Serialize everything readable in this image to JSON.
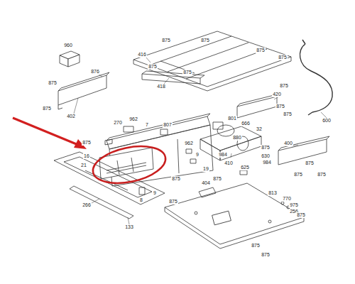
{
  "diagram": {
    "labels": [
      "960",
      "876",
      "875",
      "875",
      "402",
      "875",
      "875",
      "416",
      "875",
      "875",
      "875",
      "875",
      "418",
      "875",
      "420",
      "875",
      "875",
      "600",
      "962",
      "270",
      "807",
      "7",
      "875",
      "801",
      "666",
      "32",
      "880",
      "875",
      "630",
      "984",
      "984",
      "410",
      "962",
      "9",
      "19",
      "16",
      "21",
      "875",
      "400",
      "875",
      "875",
      "875",
      "625",
      "8",
      "9",
      "266",
      "404",
      "875",
      "813",
      "770",
      "975",
      "256",
      "875",
      "875",
      "875",
      "875",
      "133"
    ]
  }
}
